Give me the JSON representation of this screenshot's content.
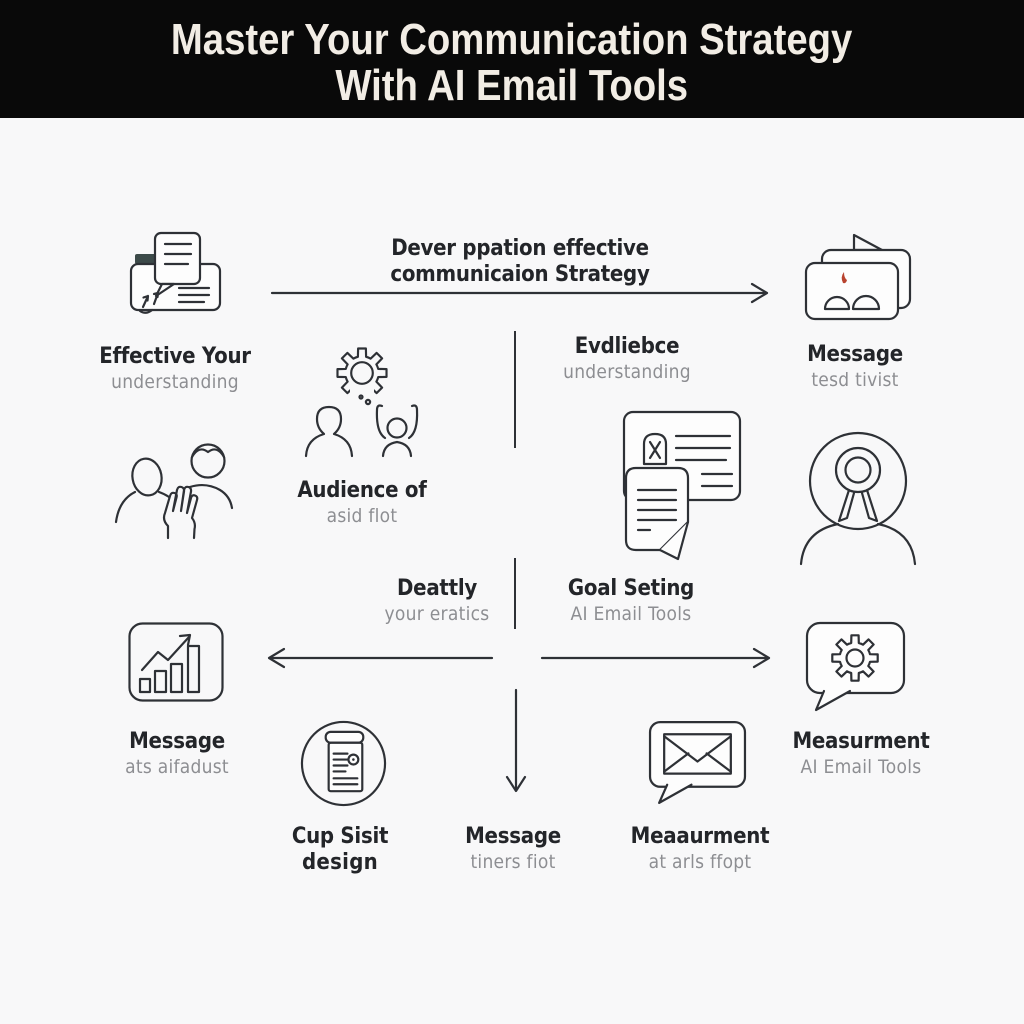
{
  "header": {
    "line1": "Master Your Communication Strategy",
    "line2": "With AI Email Tools"
  },
  "flow": {
    "top_caption_line1": "Dever ppation effective",
    "top_caption_line2": "communicaion Strategy"
  },
  "nodes": {
    "effective": {
      "title": "Effective Your",
      "sub": "understanding"
    },
    "message_top": {
      "title": "Message",
      "sub": "tesd tivist"
    },
    "evidence": {
      "title": "Evdliebce",
      "sub": "understanding"
    },
    "audience": {
      "title": "Audience of",
      "sub": "asid flot"
    },
    "deattly": {
      "title": "Deattly",
      "sub": "your eratics"
    },
    "goal": {
      "title": "Goal Seting",
      "sub": "AI Email Tools"
    },
    "message_chart": {
      "title": "Message",
      "sub": "ats aifadust"
    },
    "measurment": {
      "title": "Measurment",
      "sub": "AI Email Tools"
    },
    "cup": {
      "title": "Cup Sisit",
      "sub": "design"
    },
    "message_bottom": {
      "title": "Message",
      "sub": "tiners fiot"
    },
    "meaaurment": {
      "title": "Meaaurment",
      "sub": "at arls ffopt"
    }
  },
  "icons": [
    "chat-document-icon",
    "photo-cards-icon",
    "gear-people-icon",
    "two-people-icon",
    "documents-icon",
    "medal-person-icon",
    "bar-chart-icon",
    "gear-speech-bubble-icon",
    "document-circle-icon",
    "envelope-speech-bubble-icon"
  ],
  "colors": {
    "header_bg": "#090909",
    "header_text": "#f2ede5",
    "background": "#f8f8f9",
    "stroke": "#2e3136",
    "title_text": "#232529",
    "sub_text": "#8d8e92",
    "accent_red": "#b8432f",
    "accent_teal": "#3c4a49"
  }
}
